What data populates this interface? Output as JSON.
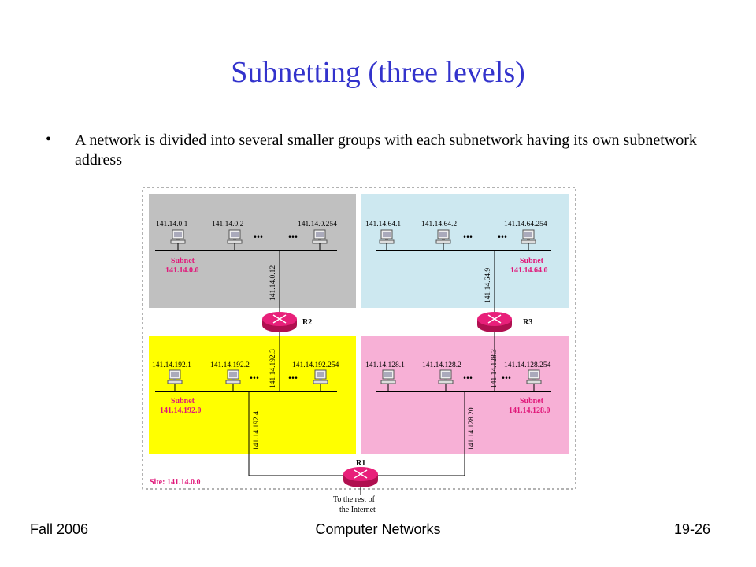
{
  "slide": {
    "title": "Subnetting (three levels)",
    "bullet": "•",
    "bullet_text": "A network is divided into several smaller groups with each subnetwork having its own subnetwork address"
  },
  "diagram": {
    "site_label": "Site: 141.14.0.0",
    "internet_label_1": "To the rest of",
    "internet_label_2": "the Internet",
    "dots": "...",
    "subnet_word": "Subnet",
    "subnets": {
      "gray": {
        "color": "#c0c0c0",
        "address": "141.14.0.0",
        "hosts": [
          "141.14.0.1",
          "141.14.0.2",
          "141.14.0.254"
        ],
        "router_iface": "141.14.0.12"
      },
      "blue": {
        "color": "#cde8f0",
        "address": "141.14.64.0",
        "hosts": [
          "141.14.64.1",
          "141.14.64.2",
          "141.14.64.254"
        ],
        "router_iface": "141.14.64.9"
      },
      "yellow": {
        "color": "#ffff00",
        "address": "141.14.192.0",
        "hosts": [
          "141.14.192.1",
          "141.14.192.2",
          "141.14.192.254"
        ],
        "router_iface_up": "141.14.192.3",
        "router_iface_down": "141.14.192.4"
      },
      "pink": {
        "color": "#f7b0d6",
        "address": "141.14.128.0",
        "hosts": [
          "141.14.128.1",
          "141.14.128.2",
          "141.14.128.254"
        ],
        "router_iface_up": "141.14.128.3",
        "router_iface_down": "141.14.128.20"
      }
    },
    "routers": {
      "r1": "R1",
      "r2": "R2",
      "r3": "R3"
    },
    "accent": "#e0187a",
    "router_color": "#e8207a"
  },
  "footer": {
    "left": "Fall 2006",
    "center": "Computer Networks",
    "right": "19-26"
  }
}
